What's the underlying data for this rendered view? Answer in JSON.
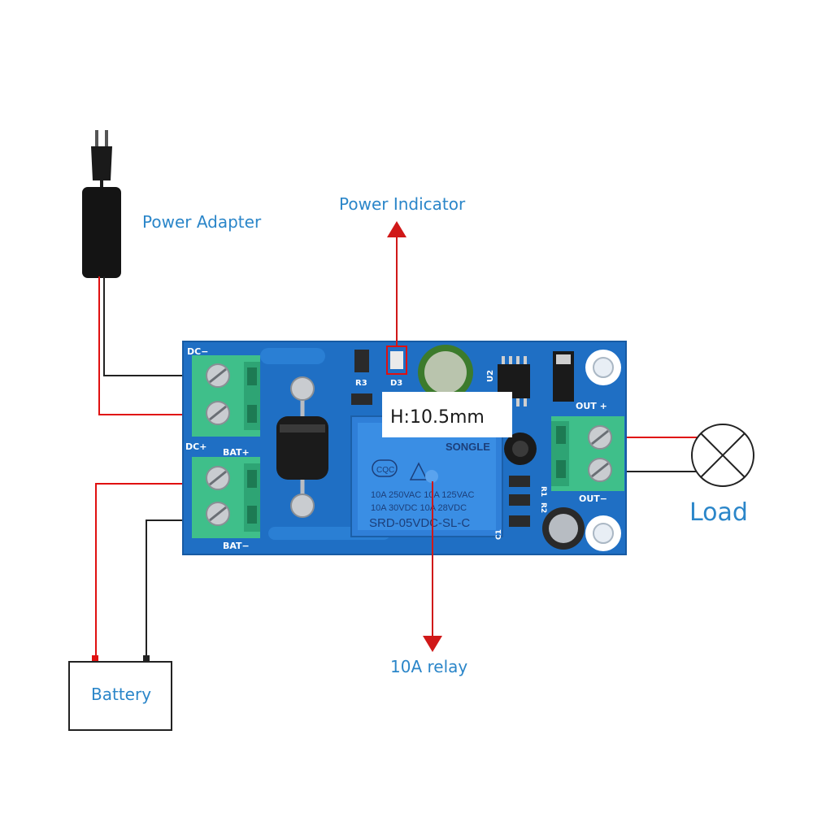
{
  "labels": {
    "power_adapter": "Power Adapter",
    "power_indicator": "Power Indicator",
    "relay": "10A relay",
    "load": "Load",
    "battery": "Battery",
    "height": "H:10.5mm"
  },
  "silkscreen": {
    "dc_minus": "DC−",
    "dc_plus": "DC+",
    "bat_plus": "BAT+",
    "bat_minus": "BAT−",
    "out_plus": "OUT +",
    "out_minus": "OUT−",
    "r3": "R3",
    "d3": "D3",
    "u2": "U2",
    "r1": "R1",
    "r2": "R2",
    "c1": "C1"
  },
  "relay_marking": {
    "brand": "SONGLE",
    "cqc": "CQC",
    "line1": "10A 250VAC 10A 125VAC",
    "line2": "10A  30VDC 10A  28VDC",
    "model": "SRD-05VDC-SL-C"
  },
  "colors": {
    "label": "#2b86c9",
    "pcb": "#1f6fc4",
    "terminal": "#3fbf8a",
    "wire_red": "#e01010",
    "wire_black": "#222222",
    "arrow": "#d01818"
  }
}
